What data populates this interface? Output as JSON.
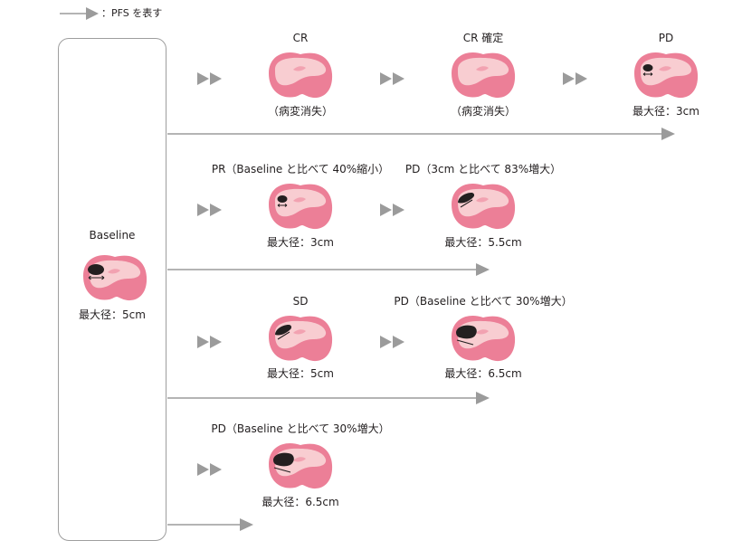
{
  "legend": {
    "text": "：PFS を表す"
  },
  "baseline": {
    "title": "Baseline",
    "caption": "最大径：5cm"
  },
  "rows": [
    {
      "items": [
        {
          "title": "CR",
          "caption": "（病変消失）"
        },
        {
          "title": "CR 確定",
          "caption": "（病変消失）"
        },
        {
          "title": "PD",
          "caption": "最大径：3cm"
        }
      ]
    },
    {
      "items": [
        {
          "title": "PR（Baseline と比べて 40%縮小）",
          "caption": "最大径：3cm"
        },
        {
          "title": "PD（3cm と比べて 83%増大）",
          "caption": "最大径：5.5cm"
        }
      ]
    },
    {
      "items": [
        {
          "title": "SD",
          "caption": "最大径：5cm"
        },
        {
          "title": "PD（Baseline と比べて 30%増大）",
          "caption": "最大径：6.5cm"
        }
      ]
    },
    {
      "items": [
        {
          "title": "PD（Baseline と比べて 30%増大）",
          "caption": "最大径：6.5cm"
        }
      ]
    }
  ],
  "colors": {
    "organ_outer": "#ec7f97",
    "organ_inner": "#f8cdd1",
    "lesion": "#231f20",
    "arrow": "#9b9b9b",
    "box_border": "#9e9e9e"
  }
}
